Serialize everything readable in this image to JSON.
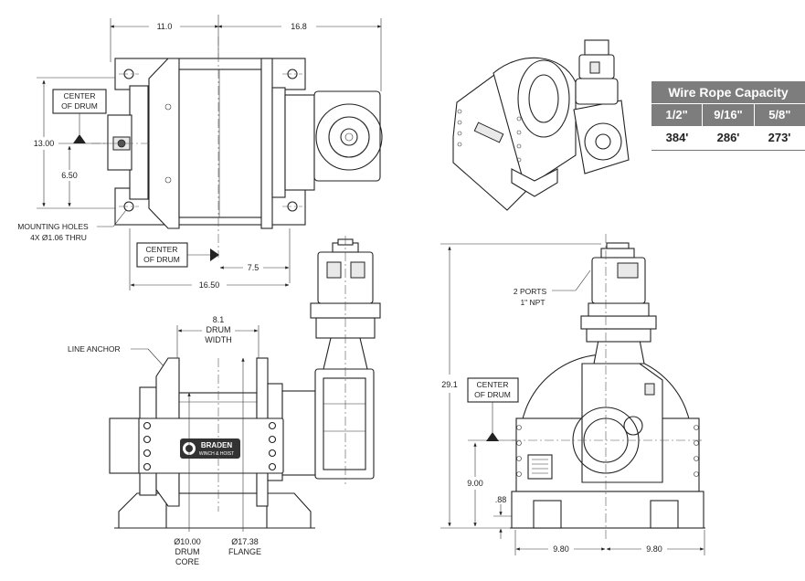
{
  "top_view": {
    "dim_width_left": "11.0",
    "dim_width_right": "16.8",
    "dim_height": "13.00",
    "dim_half_height": "6.50",
    "dim_offset": "7.5",
    "dim_base": "16.50",
    "center_of_drum_1": [
      "CENTER",
      "OF DRUM"
    ],
    "center_of_drum_2": [
      "CENTER",
      "OF DRUM"
    ],
    "mounting_holes": [
      "MOUNTING HOLES",
      "4X Ø1.06 THRU"
    ]
  },
  "front_view": {
    "drum_width": [
      "8.1",
      "DRUM",
      "WIDTH"
    ],
    "line_anchor": "LINE ANCHOR",
    "drum_core": [
      "Ø10.00",
      "DRUM",
      "CORE"
    ],
    "flange": [
      "Ø17.38",
      "FLANGE"
    ],
    "brand": [
      "BRADEN",
      "WINCH & HOIST"
    ]
  },
  "side_view": {
    "ports": [
      "2 PORTS",
      "1\" NPT"
    ],
    "center_of_drum": [
      "CENTER",
      "OF DRUM"
    ],
    "dim_overall_height": "29.1",
    "dim_center_height": "9.00",
    "dim_base_thickness": ".88",
    "dim_left": "9.80",
    "dim_right": "9.80"
  },
  "capacity_table": {
    "title": "Wire Rope Capacity",
    "headers": [
      "1/2\"",
      "9/16\"",
      "5/8\""
    ],
    "values": [
      "384'",
      "286'",
      "273'"
    ]
  }
}
